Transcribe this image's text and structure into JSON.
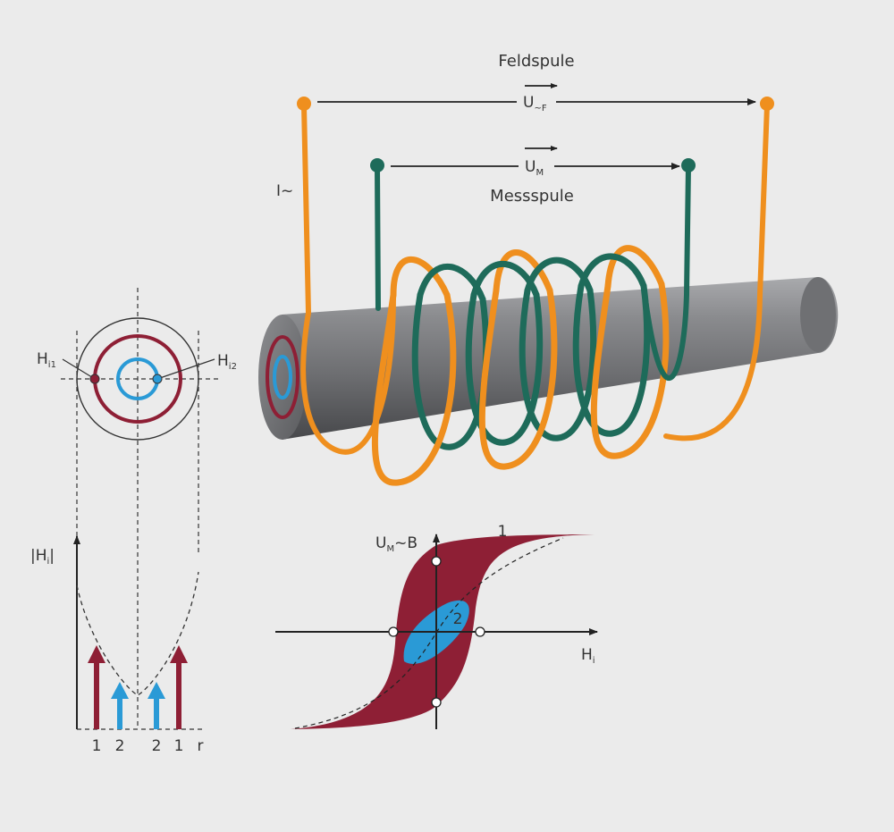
{
  "labels": {
    "field_coil": "Feldspule",
    "measure_coil": "Messspule",
    "current": "I~",
    "u_field_main": "U",
    "u_field_sub": "~F",
    "u_meas_main": "U",
    "u_meas_sub": "M",
    "hi1_main": "H",
    "hi1_sub": "i1",
    "hi2_main": "H",
    "hi2_sub": "i2",
    "abs_h_left": "|H",
    "abs_h_sub": "i",
    "abs_h_right": "|",
    "r_ticks": [
      "1",
      "2",
      "2",
      "1",
      "r"
    ],
    "hyst_y_main": "U",
    "hyst_y_sub": "M",
    "hyst_y_rest": "~B",
    "hyst_x_main": "H",
    "hyst_x_sub": "i",
    "loop_outer": "1",
    "loop_inner": "2"
  },
  "colors": {
    "background": "#ebebeb",
    "field_coil": "#ef8f1e",
    "measure_coil": "#1e6b5a",
    "rod": "#6c6d70",
    "outer_loop": "#8e1f35",
    "inner_loop": "#2a9ad6",
    "axis": "#222222"
  }
}
